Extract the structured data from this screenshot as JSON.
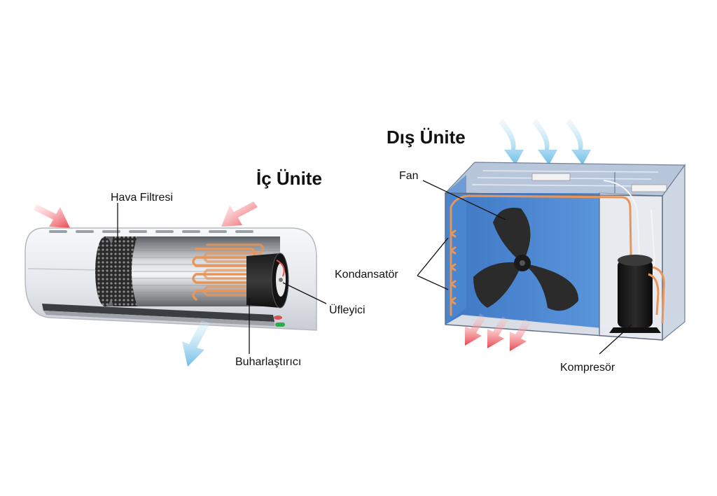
{
  "indoor": {
    "title": "İç Ünite",
    "labels": {
      "air_filter": "Hava Filtresi",
      "blower": "Üfleyici",
      "evaporator": "Buharlaştırıcı"
    }
  },
  "outdoor": {
    "title": "Dış Ünite",
    "labels": {
      "fan": "Fan",
      "condenser": "Kondansatör",
      "compressor": "Kompresör"
    }
  },
  "colors": {
    "warm_air": "#e8454d",
    "cool_air": "#7cc6ea",
    "copper": "#e8955a",
    "cabinet_blue": "#2f6fc4",
    "housing": "#e7e9ee"
  }
}
